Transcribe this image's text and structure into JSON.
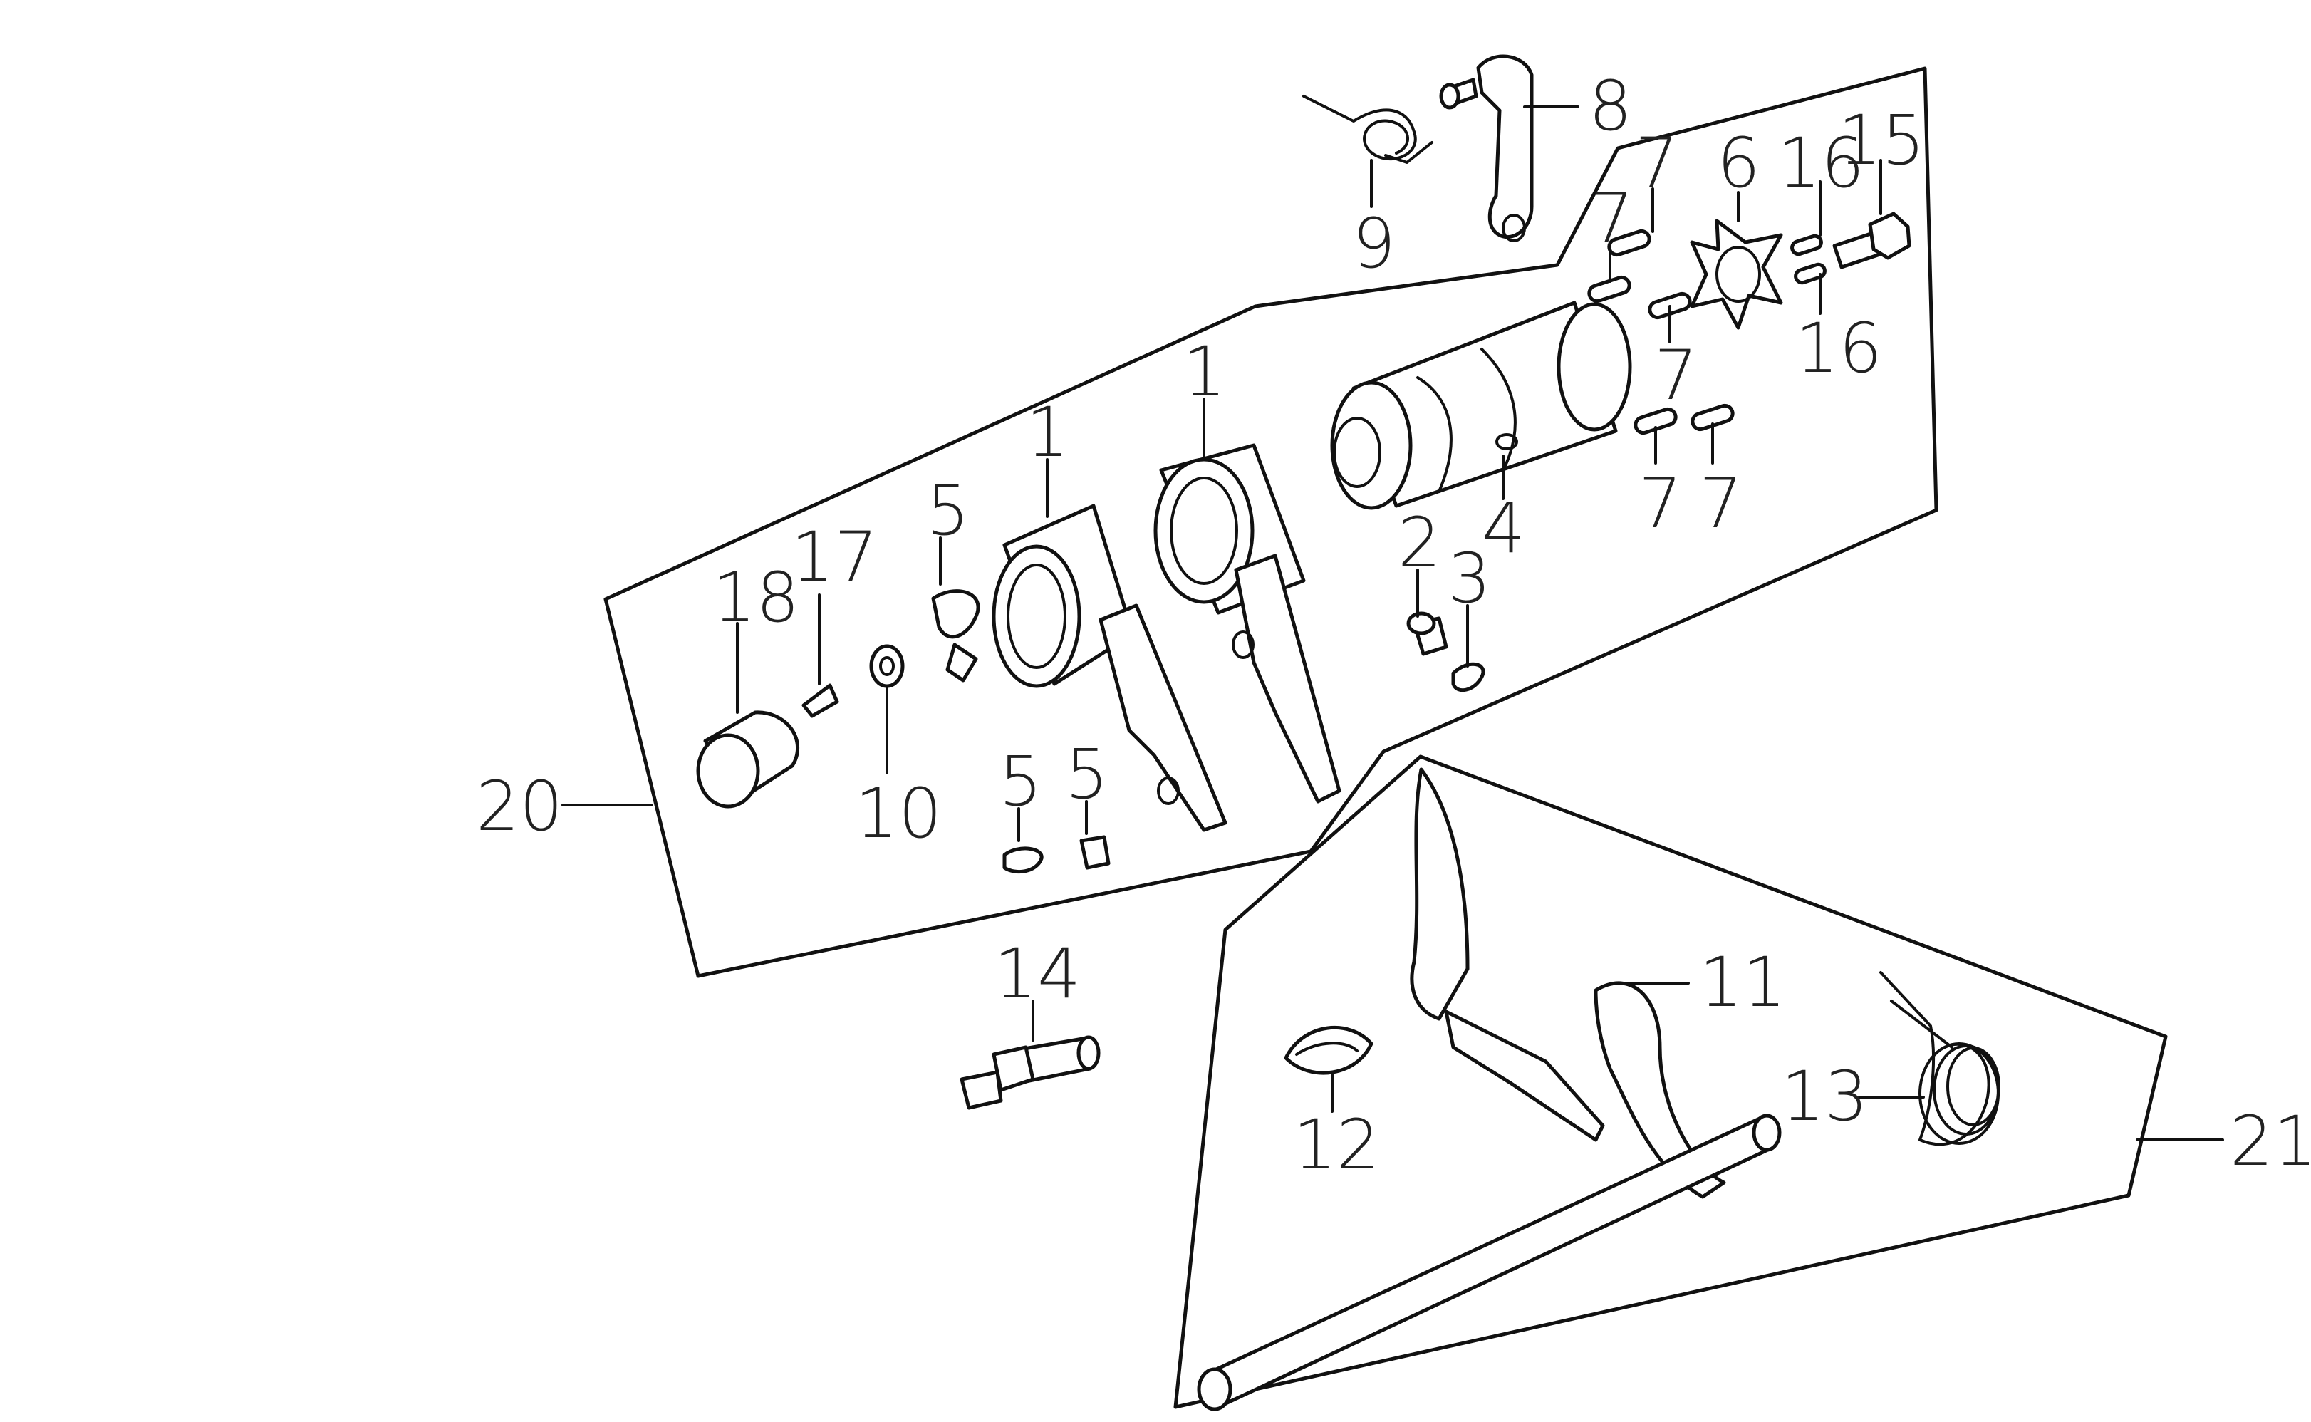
{
  "callouts": {
    "c1a": "1",
    "c1b": "1",
    "c2": "2",
    "c3": "3",
    "c4": "4",
    "c5a": "5",
    "c5b": "5",
    "c5c": "5",
    "c6": "6",
    "c7a": "7",
    "c7b": "7",
    "c7c": "7",
    "c7d": "7",
    "c7e": "7",
    "c8": "8",
    "c9": "9",
    "c10": "10",
    "c11": "11",
    "c12": "12",
    "c13": "13",
    "c14": "14",
    "c15": "15",
    "c16a": "16",
    "c16b": "16",
    "c17": "17",
    "c18": "18",
    "c20": "20",
    "c21": "21"
  }
}
